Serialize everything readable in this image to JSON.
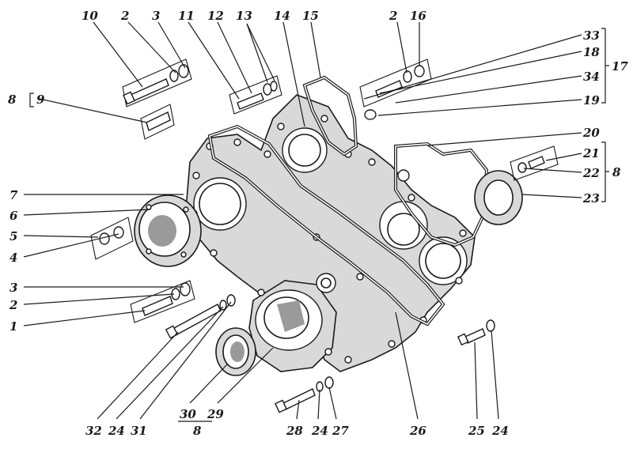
{
  "labels": {
    "l10": "10",
    "l2a": "2",
    "l3a": "3",
    "l11": "11",
    "l12": "12",
    "l13": "13",
    "l14": "14",
    "l15": "15",
    "l2b": "2",
    "l16": "16",
    "l33": "33",
    "l18": "18",
    "l34": "34",
    "l19": "19",
    "l17": "17",
    "l8a": "8",
    "l9": "9",
    "l20": "20",
    "l21": "21",
    "l22": "22",
    "l23": "23",
    "l8b": "8",
    "l7": "7",
    "l6": "6",
    "l5": "5",
    "l4": "4",
    "l3b": "3",
    "l2c": "2",
    "l1": "1",
    "l32": "32",
    "l24a": "24",
    "l31": "31",
    "l30": "30",
    "l29": "29",
    "l8c": "8",
    "l28": "28",
    "l24b": "24",
    "l27": "27",
    "l26": "26",
    "l25": "25",
    "l24c": "24"
  }
}
